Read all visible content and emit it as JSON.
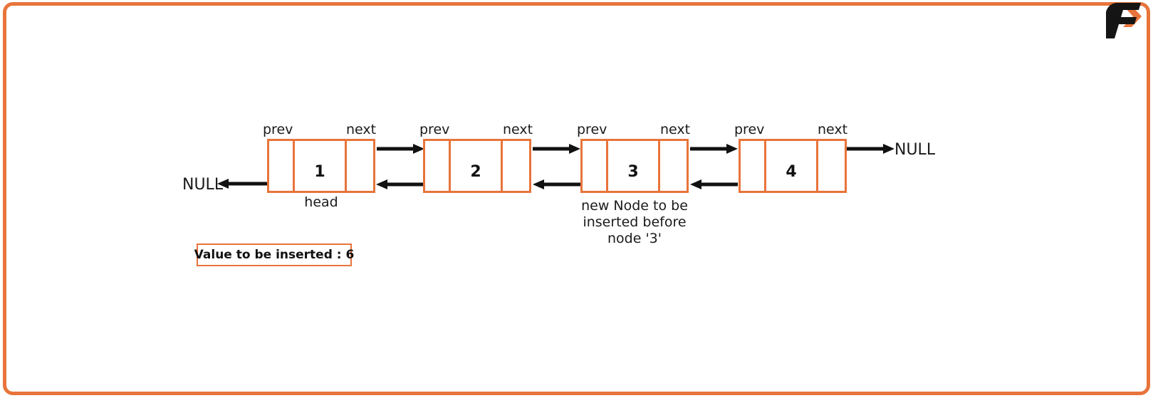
{
  "theme": {
    "accent": "#E8743B",
    "text": "#1a1a1a",
    "background": "#ffffff",
    "arrow": "#111111"
  },
  "logo": {
    "name": "favtutor-f-logo",
    "letter": "F",
    "chevron": ">"
  },
  "diagram": {
    "title_type": "doubly-linked-list-insert-before",
    "field_labels": {
      "prev": "prev",
      "next": "next"
    },
    "nodes": [
      {
        "value": "1",
        "prev_label": "prev",
        "next_label": "next",
        "caption": "head"
      },
      {
        "value": "2",
        "prev_label": "prev",
        "next_label": "next",
        "caption": ""
      },
      {
        "value": "3",
        "prev_label": "prev",
        "next_label": "next",
        "caption": "new Node to be\ninserted before\nnode '3'"
      },
      {
        "value": "4",
        "prev_label": "prev",
        "next_label": "next",
        "caption": ""
      }
    ],
    "node3_caption_lines": [
      "new Node to be",
      "inserted before",
      "node '3'"
    ],
    "null_left": "NULL",
    "null_right": "NULL",
    "head_label": "head"
  },
  "value_box": {
    "label": "Value to be inserted : 6",
    "value": "6"
  }
}
